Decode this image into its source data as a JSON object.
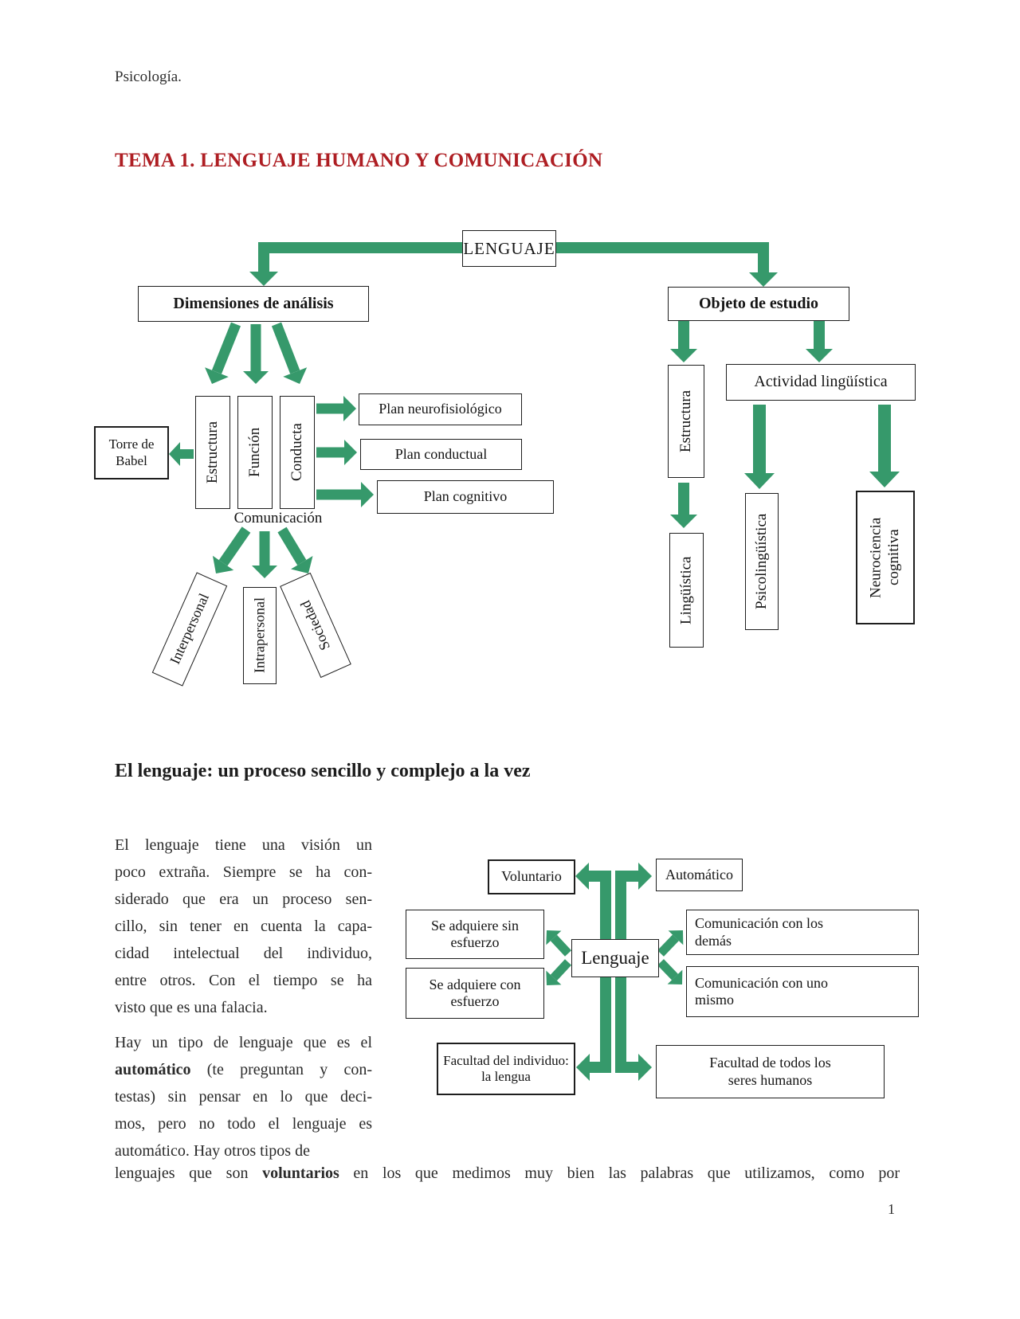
{
  "page": {
    "header": "Psicología.",
    "page_number": "1",
    "accent_green": "#36996B",
    "title_red": "#AE1E23"
  },
  "title": {
    "part1": "TEMA 1.",
    "part2": " LENGUAJE HUMANO Y COMUNICACIÓN"
  },
  "diagram1": {
    "root": "LENGUAJE",
    "left": {
      "title": "Dimensiones de análisis",
      "dim1": "Estructura",
      "dim2": "Función",
      "dim3": "Conducta",
      "torre": "Torre de\nBabel",
      "plan1": "Plan neurofisiológico",
      "plan2": "Plan conductual",
      "plan3": "Plan cognitivo",
      "comunicacion": "Comunicación",
      "tipo1": "Interpersonal",
      "tipo2": "Intrapersonal",
      "tipo3": "Sociedad"
    },
    "right": {
      "title": "Objeto de estudio",
      "estructura": "Estructura",
      "actividad": "Actividad lingüística",
      "linguistica": "Lingüística",
      "psicolinguistica": "Psicolingüística",
      "neurociencia": "Neurociencia\ncognitiva"
    }
  },
  "section": {
    "heading": "El lenguaje: un proceso sencillo y complejo a la vez",
    "paragraph1_lines": [
      [
        {
          "t": "El lenguaje tiene una visión un"
        }
      ],
      [
        {
          "t": "poco extraña. Siempre se ha con-"
        }
      ],
      [
        {
          "t": "siderado que era un proceso sen-"
        }
      ],
      [
        {
          "t": "cillo, sin tener en cuenta la capa-"
        }
      ],
      [
        {
          "t": "cidad intelectual del individuo,"
        }
      ],
      [
        {
          "t": "entre otros. Con el tiempo se ha"
        }
      ],
      [
        {
          "t": "visto que es una falacia."
        }
      ]
    ],
    "paragraph2_lines": [
      [
        {
          "t": "Hay un tipo de lenguaje que es el"
        }
      ],
      [
        {
          "t": "automático",
          "b": true
        },
        {
          "t": " (te preguntan y con-"
        }
      ],
      [
        {
          "t": "testas) sin pensar en lo que deci-"
        }
      ],
      [
        {
          "t": "mos, pero no todo el lenguaje es"
        }
      ],
      [
        {
          "t": "automático. Hay otros tipos de"
        }
      ]
    ],
    "full_line": [
      [
        {
          "t": "lenguajes que son "
        },
        {
          "t": "voluntarios",
          "b": true
        },
        {
          "t": " en los que medimos muy bien las palabras que utilizamos, como por"
        }
      ]
    ]
  },
  "diagram2": {
    "center": "Lenguaje",
    "voluntario": "Voluntario",
    "automatico": "Automático",
    "adquiere_sin": "Se adquiere sin\nesfuerzo",
    "adquiere_con": "Se adquiere con\nesfuerzo",
    "com_demas": "Comunicación con los\ndemás",
    "com_uno": "Comunicación con uno\nmismo",
    "facultad_individuo": "Facultad del individuo:\nla lengua",
    "facultad_todos": "Facultad de todos los\nseres humanos"
  }
}
